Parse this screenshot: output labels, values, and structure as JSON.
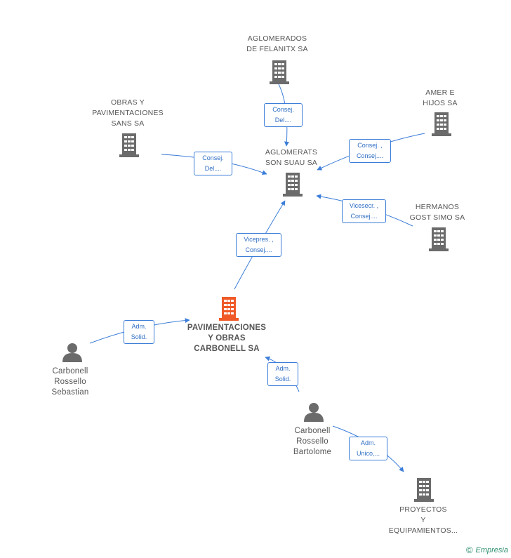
{
  "nodes": {
    "aglomerados_felanitx": {
      "lines": [
        "AGLOMERADOS",
        "DE FELANITX SA"
      ]
    },
    "obras_pavimentaciones_sans": {
      "lines": [
        "OBRAS Y",
        "PAVIMENTACIONES",
        "SANS SA"
      ]
    },
    "amer_e_hijos": {
      "lines": [
        "AMER E",
        "HIJOS SA"
      ]
    },
    "aglomerats_son_suau": {
      "lines": [
        "AGLOMERATS",
        "SON SUAU SA"
      ]
    },
    "hermanos_gost_simo": {
      "lines": [
        "HERMANOS",
        "GOST SIMO SA"
      ]
    },
    "pavimentaciones_carbonell": {
      "lines": [
        "PAVIMENTACIONES",
        "Y OBRAS",
        "CARBONELL SA"
      ]
    },
    "carbonell_sebastian": {
      "lines": [
        "Carbonell",
        "Rossello",
        "Sebastian"
      ]
    },
    "carbonell_bartolome": {
      "lines": [
        "Carbonell",
        "Rossello",
        "Bartolome"
      ]
    },
    "proyectos_equipamientos": {
      "lines": [
        "PROYECTOS",
        "Y",
        "EQUIPAMIENTOS..."
      ]
    }
  },
  "edges": {
    "felanitx_to_sonsuau": {
      "lines": [
        "Consej.",
        "Del...."
      ]
    },
    "sans_to_sonsuau": {
      "lines": [
        "Consej.",
        "Del...."
      ]
    },
    "amer_to_sonsuau": {
      "lines": [
        "Consej. ,",
        "Consej...."
      ]
    },
    "gost_to_sonsuau": {
      "lines": [
        "Vicesecr. ,",
        "Consej...."
      ]
    },
    "carbonell_to_sonsuau": {
      "lines": [
        "Vicepres. ,",
        "Consej...."
      ]
    },
    "sebastian_to_carbonell": {
      "lines": [
        "Adm.",
        "Solid."
      ]
    },
    "bartolome_to_carbonell": {
      "lines": [
        "Adm.",
        "Solid."
      ]
    },
    "bartolome_to_proyectos": {
      "lines": [
        "Adm.",
        "Unico,..."
      ]
    }
  },
  "footer": {
    "copyright_symbol": "©",
    "brand": "Empresia"
  },
  "colors": {
    "edge": "#3b7dd8",
    "company_icon": "#6b6b6b",
    "main_icon": "#f05a28",
    "person_icon": "#6b6b6b"
  }
}
